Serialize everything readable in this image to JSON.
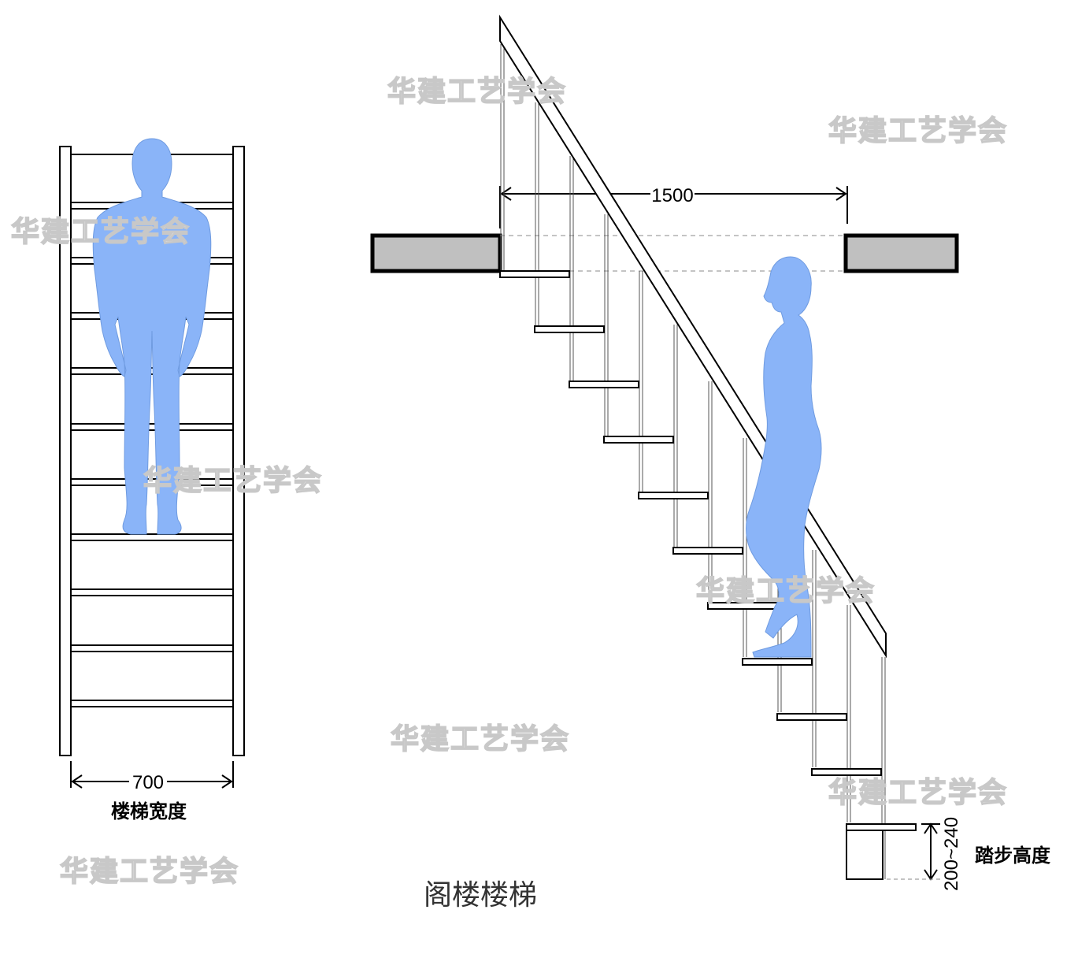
{
  "labels": {
    "stair_width_dim": "700",
    "stair_width_label": "楼梯宽度",
    "opening_dim": "1500",
    "step_height_dim": "200~240",
    "step_height_label": "踏步高度",
    "caption": "阁楼楼梯"
  },
  "watermark": "华建工艺学会",
  "colors": {
    "figure": "#8ab4f8",
    "slab_fill": "#c0c0c0",
    "line": "#000000",
    "watermark_stroke": "#c8c8c8"
  }
}
